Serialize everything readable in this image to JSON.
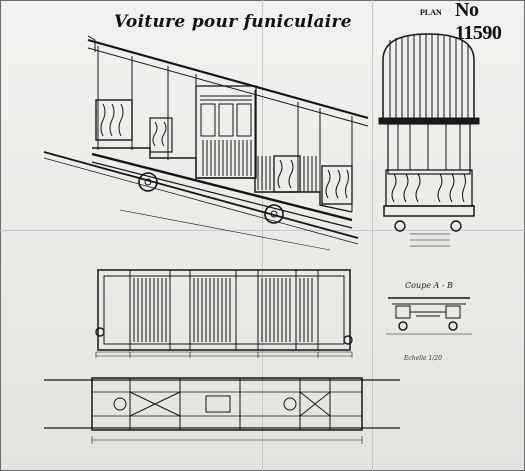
{
  "drawing": {
    "title": "Voiture pour funiculaire",
    "plan_label": "PLAN",
    "plan_number": "No 11590",
    "section_label": "Coupe A - B",
    "scale_label": "Echelle 1/20"
  },
  "colors": {
    "paper": "#ededea",
    "ink": "#111111"
  }
}
